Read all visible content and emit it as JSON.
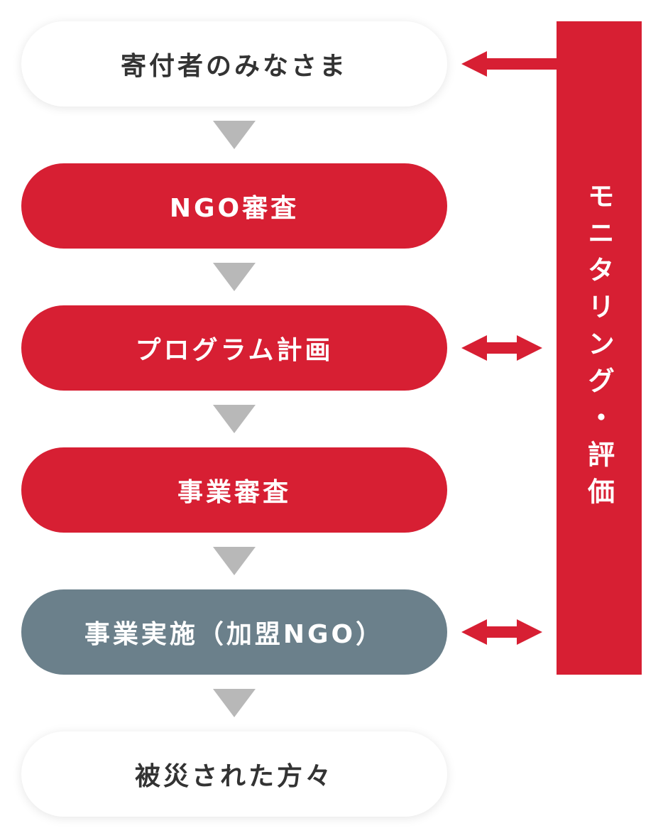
{
  "flow": {
    "steps": [
      {
        "label": "寄付者のみなさま"
      },
      {
        "label": "NGO審査"
      },
      {
        "label": "プログラム計画"
      },
      {
        "label": "事業審査"
      },
      {
        "label": "事業実施（加盟NGO）"
      },
      {
        "label": "被災された方々"
      }
    ]
  },
  "monitoring": {
    "label": "モニタリング・評価"
  },
  "colors": {
    "accent_red": "#d71f33",
    "implementation_gray": "#6b808b",
    "flow_arrow_gray": "#b8b8b8",
    "text_dark": "#333333",
    "white": "#ffffff"
  }
}
